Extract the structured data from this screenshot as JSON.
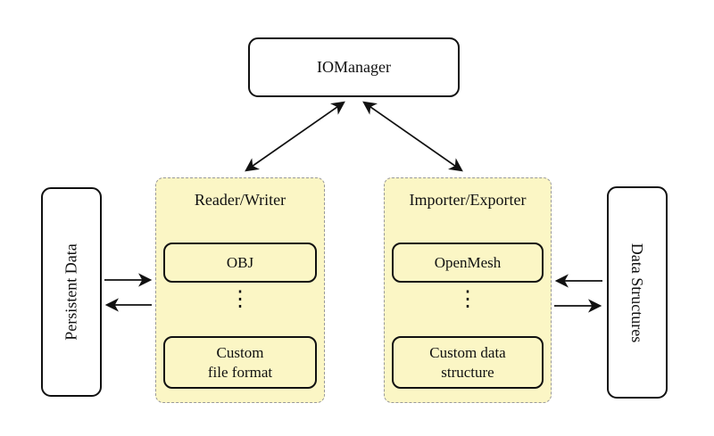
{
  "diagram": {
    "nodes": {
      "iomanager": "IOManager"
    },
    "groups": {
      "reader_writer": {
        "title": "Reader/Writer",
        "items": [
          "OBJ",
          "Custom\nfile format"
        ],
        "dots": "⋮"
      },
      "importer_exporter": {
        "title": "Importer/Exporter",
        "items": [
          "OpenMesh",
          "Custom data\nstructure"
        ],
        "dots": "⋮"
      }
    },
    "sides": {
      "left": "Persistent Data",
      "right": "Data Structures"
    },
    "colors": {
      "group_fill": "#fbf6c5",
      "group_border": "#999999",
      "node_border": "#111111",
      "node_fill": "#ffffff",
      "arrow": "#111111",
      "background": "#ffffff"
    }
  }
}
